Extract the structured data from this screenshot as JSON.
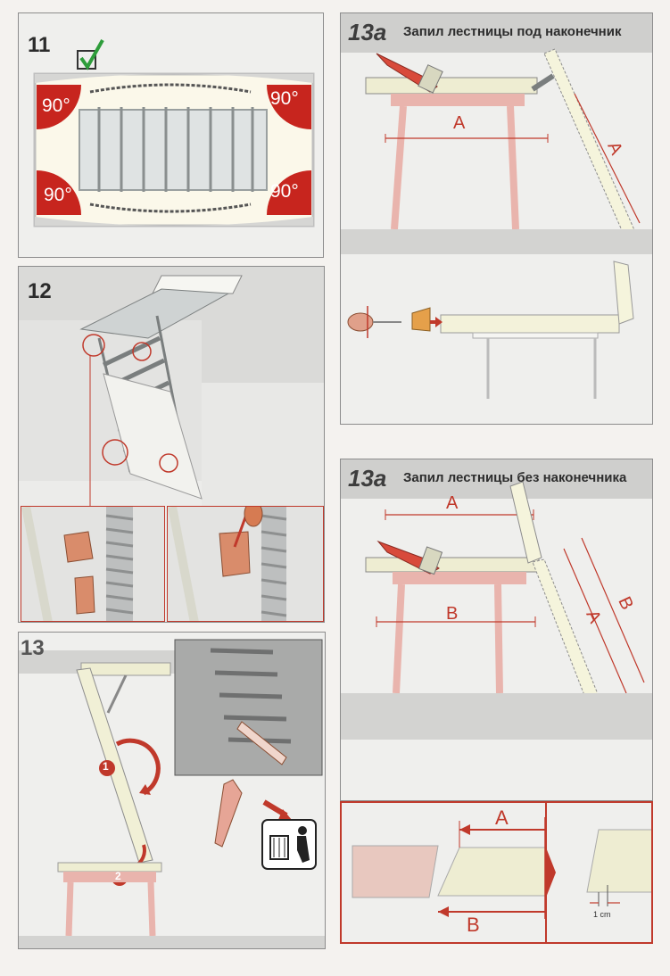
{
  "step11": {
    "number": "11",
    "angle": "90°"
  },
  "step12": {
    "number": "12"
  },
  "step13": {
    "number": "13",
    "markers": [
      "1",
      "2"
    ]
  },
  "step13a_top": {
    "number": "13a",
    "title": "Запил лестницы под наконечник",
    "dim_label": "A"
  },
  "step13a_bottom": {
    "number": "13a",
    "title": "Запил лестницы без наконечника",
    "dim_a": "A",
    "dim_b": "B"
  },
  "detail": {
    "dim_a": "A",
    "dim_b": "B",
    "gap": "1 cm"
  },
  "colors": {
    "accent": "#c0392b",
    "table": "#e9b4ad",
    "board": "#eeedd2",
    "floor": "#d3d3d1"
  }
}
